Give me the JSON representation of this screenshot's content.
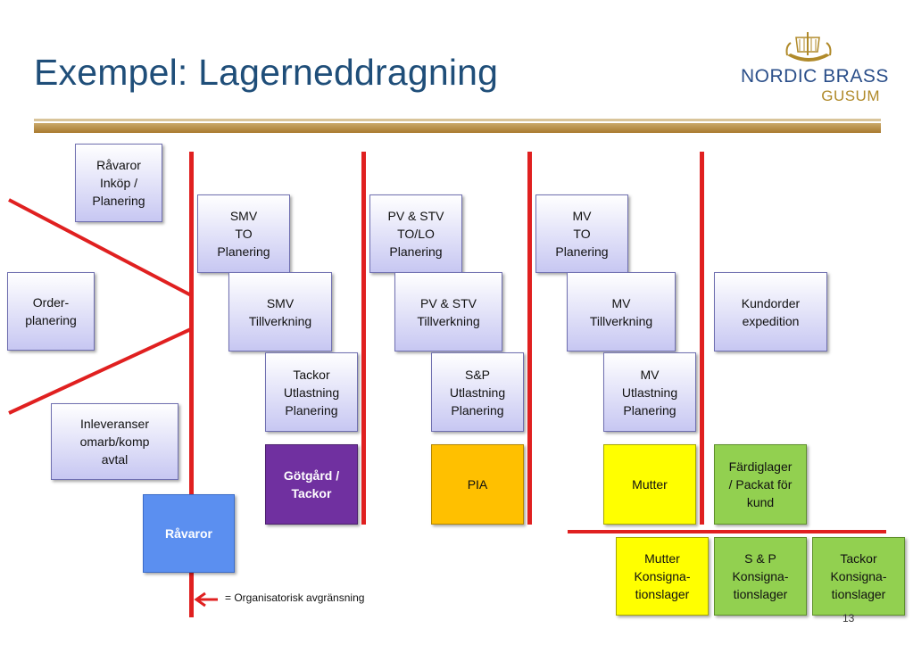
{
  "title": "Exempel: Lagerneddragning",
  "logo": {
    "brand": "NORDIC BRASS",
    "sub": "GUSUM"
  },
  "boxes": {
    "ravaror_inkop": "Råvaror\nInköp /\nPlanering",
    "order_planering": "Order-\nplanering",
    "inleveranser": "Inleveranser\nomarb/komp\navtal",
    "ravaror": "Råvaror",
    "smv_to": "SMV\nTO\nPlanering",
    "smv_tillv": "SMV\nTillverkning",
    "tackor_utl": "Tackor\nUtlastning\nPlanering",
    "gotgard": "Götgård /\nTackor",
    "pvstv_to": "PV & STV\nTO/LO\nPlanering",
    "pvstv_tillv": "PV & STV\nTillverkning",
    "sp_utl": "S&P\nUtlastning\nPlanering",
    "pia": "PIA",
    "mv_to": "MV\nTO\nPlanering",
    "mv_tillv": "MV\nTillverkning",
    "mv_utl": "MV\nUtlastning\nPlanering",
    "mutter": "Mutter",
    "kundorder": "Kundorder\nexpedition",
    "fardiglager": "Färdiglager\n/ Packat för\nkund",
    "mutter_kons": "Mutter\nKonsigna-\ntionslager",
    "sp_kons": "S & P\nKonsigna-\ntionslager",
    "tackor_kons": "Tackor\nKonsigna-\ntionslager"
  },
  "colors": {
    "boundary": "#e02020",
    "ravaror": "#5b8ff0",
    "gotgard": "#7030a0",
    "pia": "#ffc000",
    "mutter": "#ffff00",
    "green": "#92d050"
  },
  "legend": "= Organisatorisk avgränsning",
  "page_number": "13"
}
